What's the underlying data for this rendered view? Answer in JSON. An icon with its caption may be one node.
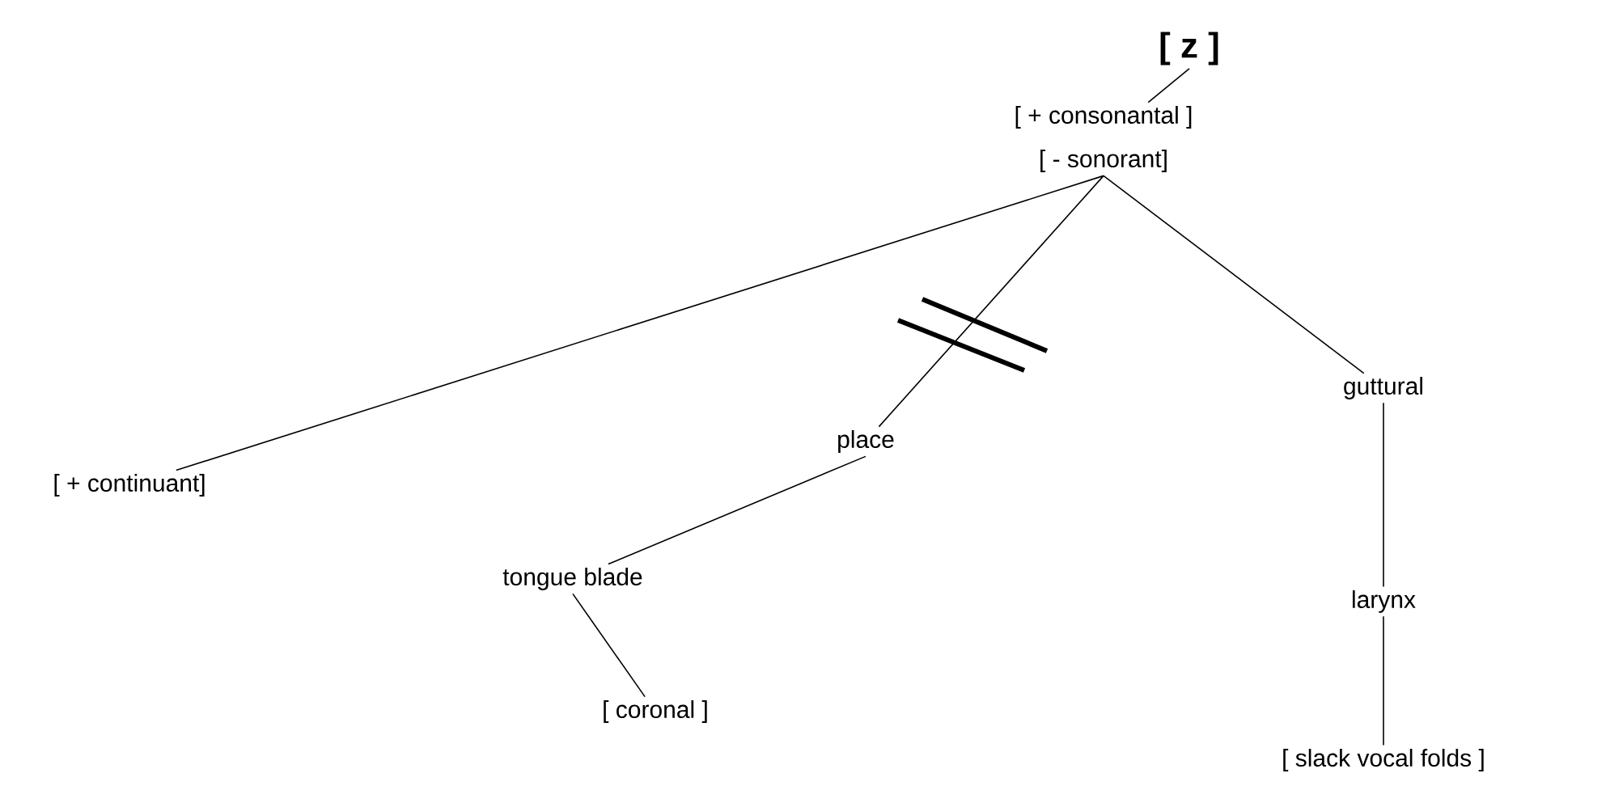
{
  "diagram": {
    "nodes": [
      {
        "text": [
          "[ z ]"
        ]
      },
      {
        "text": [
          "[ + consonantal ]",
          "[ - sonorant]"
        ]
      },
      {
        "text": [
          "[ + continuant]"
        ]
      },
      {
        "text": [
          "place"
        ]
      },
      {
        "text": [
          "guttural"
        ]
      },
      {
        "text": [
          "tongue blade"
        ]
      },
      {
        "text": [
          "[ coronal ]"
        ]
      },
      {
        "text": [
          "larynx"
        ]
      },
      {
        "text": [
          "[ slack vocal folds ]"
        ]
      }
    ],
    "edges": [
      {
        "from": 0,
        "to": 1,
        "arrow": "none"
      },
      {
        "from": 1,
        "to": 2,
        "arrow": "none"
      },
      {
        "from": 1,
        "to": 3,
        "arrow": "none"
      },
      {
        "from": 1,
        "to": 4,
        "arrow": "none"
      },
      {
        "from": 3,
        "to": 5,
        "arrow": "none"
      },
      {
        "from": 5,
        "to": 6,
        "arrow": "none"
      },
      {
        "from": 4,
        "to": 7,
        "arrow": "none"
      },
      {
        "from": 7,
        "to": 8,
        "arrow": "none"
      }
    ]
  }
}
